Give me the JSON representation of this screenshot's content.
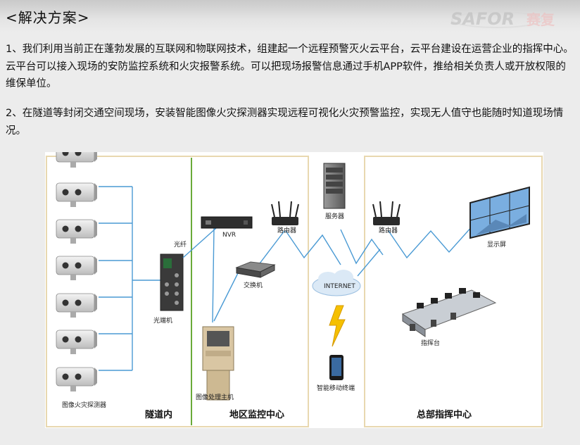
{
  "header": {
    "title": "<解决方案>",
    "logo_text": "SAFOR 赛复"
  },
  "paragraphs": [
    "1、我们利用当前正在蓬勃发展的互联网和物联网技术，组建起一个远程预警灭火云平台，云平台建设在运营企业的指挥中心。云平台可以接入现场的安防监控系统和火灾报警系统。可以把现场报警信息通过手机APP软件，推给相关负责人或开放权限的维保单位。",
    "2、在隧道等封闭交通空间现场，安装智能图像火灾探测器实现远程可视化火灾预警监控，实现无人值守也能随时知道现场情况。"
  ],
  "diagram": {
    "zones": {
      "tunnel": "隧道内",
      "regional": "地区监控中心",
      "hq": "总部指挥中心"
    },
    "labels": {
      "detector": "图像火灾探测器",
      "fiber": "光纤",
      "optical_terminal": "光端机",
      "nvr_label": "NVR",
      "router_left": "路由器",
      "switch": "交换机",
      "processor": "图像处理主机",
      "server": "服务器",
      "internet": "INTERNET",
      "mobile": "智能移动终端",
      "router_right": "路由器",
      "display": "显示屏",
      "console": "指挥台"
    },
    "colors": {
      "line": "#4a9ad4",
      "green_line": "#6aaa3a",
      "zone_border": "#e8d8b0",
      "lightning": "#f5c000"
    }
  }
}
